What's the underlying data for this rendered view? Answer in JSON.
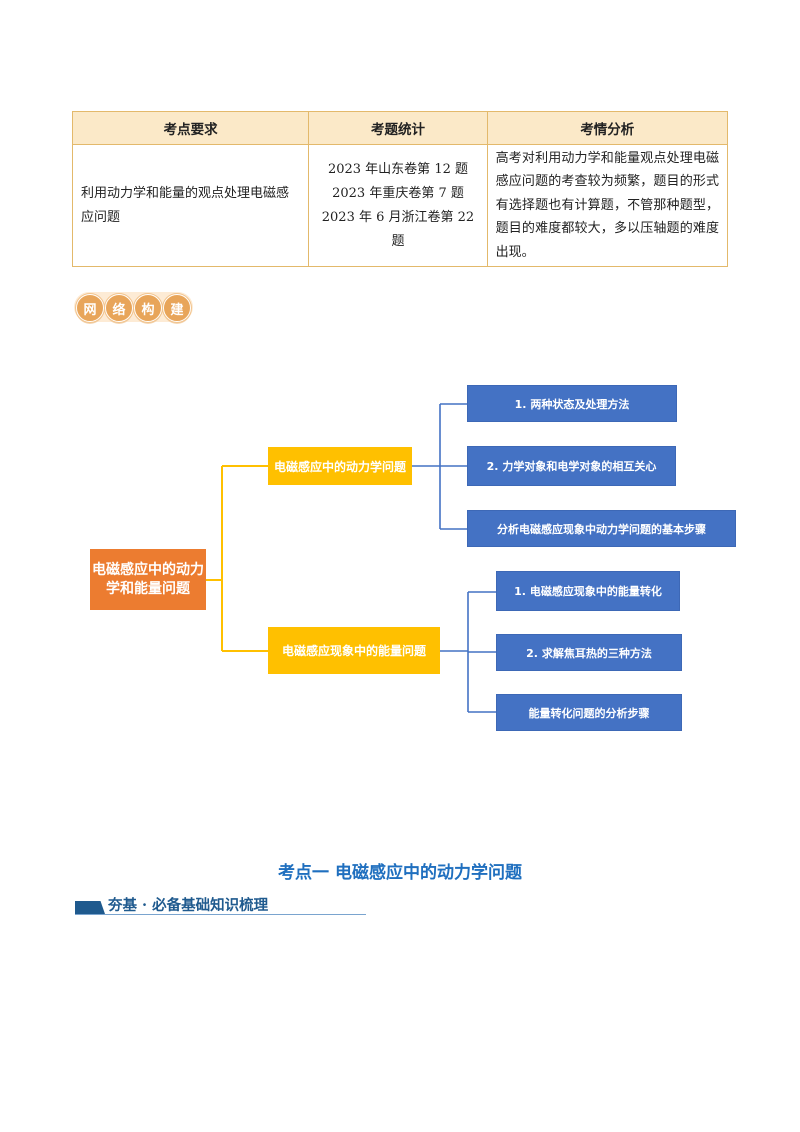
{
  "table": {
    "headers": [
      "考点要求",
      "考题统计",
      "考情分析"
    ],
    "requirement": "利用动力学和能量的观点处理电磁感应问题",
    "stats": [
      "2023 年山东卷第 12 题",
      "2023 年重庆卷第 7 题",
      "2023 年 6 月浙江卷第 22 题"
    ],
    "analysis": "高考对利用动力学和能量观点处理电磁感应问题的考查较为频繁，题目的形式有选择题也有计算题，不管那种题型，题目的难度都较大，多以压轴题的难度出现。"
  },
  "badge": {
    "chars": [
      "网",
      "络",
      "构",
      "建"
    ]
  },
  "mindmap": {
    "root": "电磁感应中的动力学和能量问题",
    "branches": [
      {
        "label": "电磁感应中的动力学问题",
        "leaves": [
          "1. 两种状态及处理方法",
          "2. 力学对象和电学对象的相互关心",
          "分析电磁感应现象中动力学问题的基本步骤"
        ]
      },
      {
        "label": "电磁感应现象中的能量问题",
        "leaves": [
          "1. 电磁感应现象中的能量转化",
          "2. 求解焦耳热的三种方法",
          "能量转化问题的分析步骤"
        ]
      }
    ],
    "colors": {
      "root": "#ec7c30",
      "branch": "#ffc000",
      "leaf": "#4472c4",
      "connector_top": "#ffc000",
      "connector_bottom": "#4472c4"
    }
  },
  "topic": {
    "title": "考点一  电磁感应中的动力学问题"
  },
  "section": {
    "subheading": "夯基 · 必备基础知识梳理"
  }
}
